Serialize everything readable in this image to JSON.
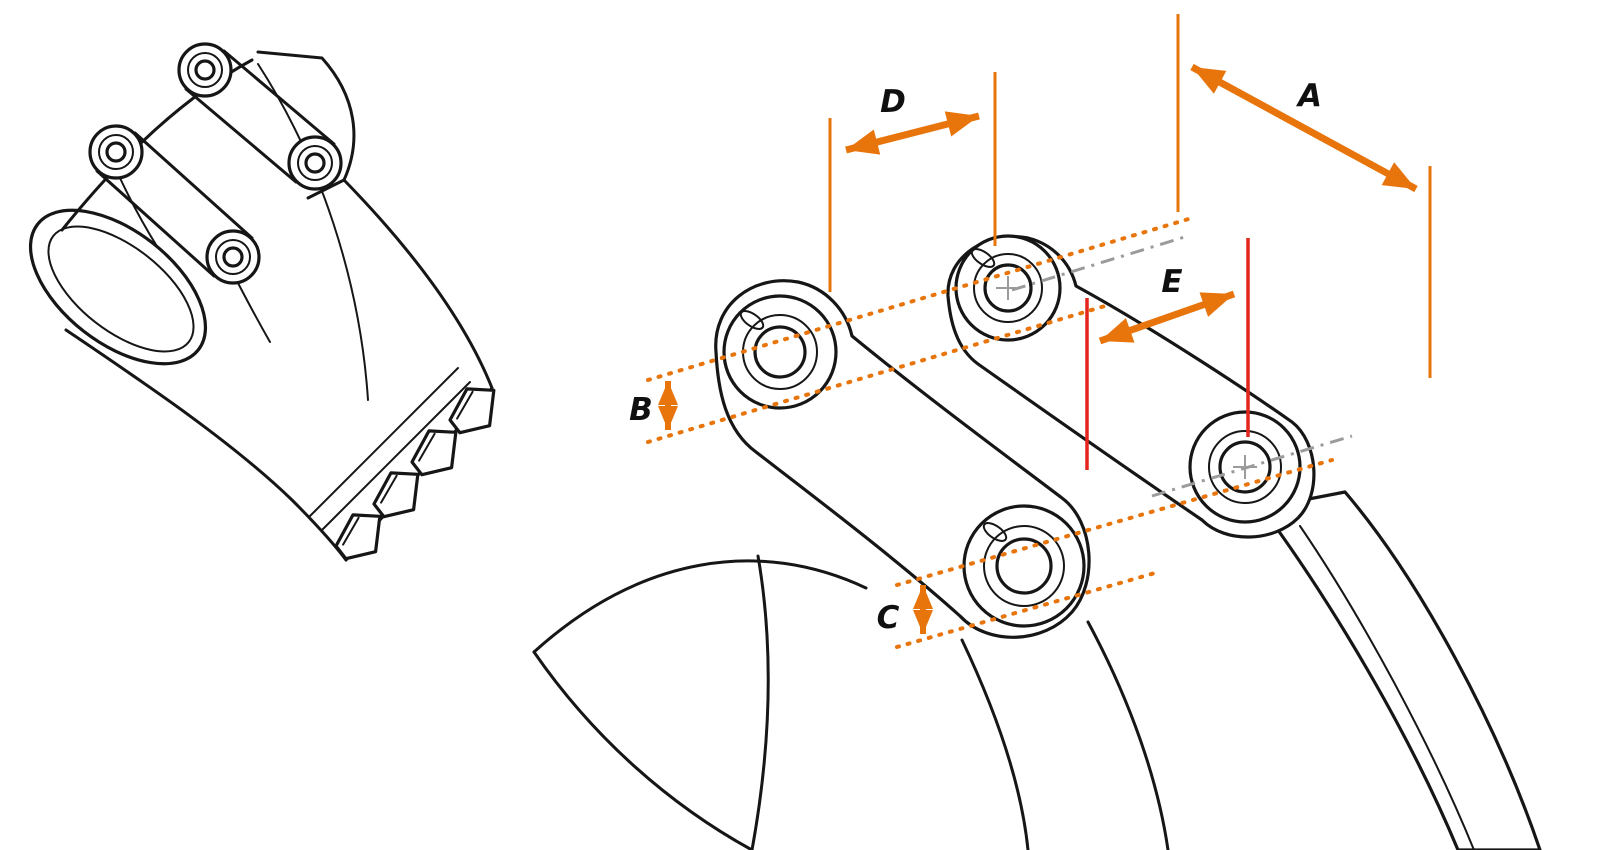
{
  "dimensions": {
    "a": {
      "label": "A"
    },
    "b": {
      "label": "B"
    },
    "c": {
      "label": "C"
    },
    "d": {
      "label": "D"
    },
    "e": {
      "label": "E"
    }
  },
  "colors": {
    "dimension_arrows": "#E8740C",
    "reference_lines": "#E3251E",
    "centerlines": "#9B9B9B",
    "line_art": "#161616",
    "background": "#FFFFFF"
  }
}
